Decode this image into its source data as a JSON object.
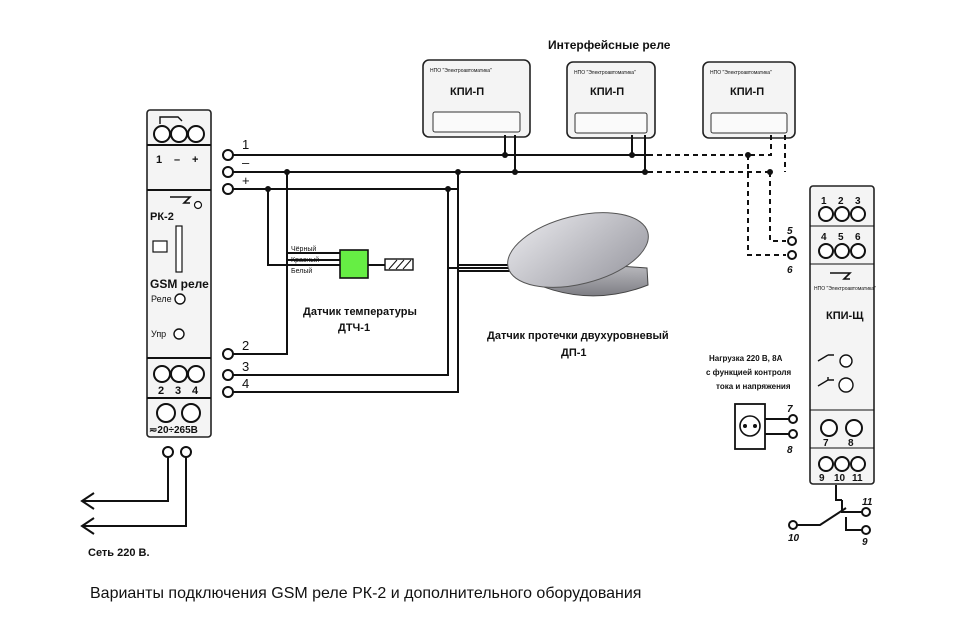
{
  "heading_relays": "Интерфейсные реле",
  "relays": [
    {
      "name": "КПИ-П",
      "maker": "НПО \"Электроавтоматика\""
    },
    {
      "name": "КПИ-П",
      "maker": "НПО \"Электроавтоматика\""
    },
    {
      "name": "КПИ-П",
      "maker": "НПО \"Электроавтоматика\""
    }
  ],
  "rk2": {
    "top_terminals": [
      "1",
      "–",
      "+"
    ],
    "model": "РК-2",
    "type": "GSM реле",
    "label_rele": "Реле",
    "label_upr": "Упр",
    "bottom_terminals": [
      "2",
      "3",
      "4"
    ],
    "supply": "≂20÷265В"
  },
  "lines": [
    "1",
    "–",
    "+",
    "2",
    "3",
    "4"
  ],
  "temp_sensor": {
    "wire_black": "Чёрный",
    "wire_red": "Красный",
    "wire_white": "Белый",
    "title": "Датчик температуры",
    "model": "ДТЧ-1"
  },
  "leak_sensor": {
    "title": "Датчик протечки двухуровневый",
    "model": "ДП-1"
  },
  "kpi_sch": {
    "top_row1": [
      "1",
      "2",
      "3"
    ],
    "top_row2": [
      "4",
      "5",
      "6"
    ],
    "maker": "НПО \"Электроавтоматика\"",
    "name": "КПИ-Щ",
    "bottom_row1": [
      "7",
      "8"
    ],
    "bottom_row2": [
      "9",
      "10",
      "11"
    ]
  },
  "ext_terminals": [
    "5",
    "6",
    "7",
    "8",
    "11",
    "10",
    "9"
  ],
  "load_note": [
    "Нагрузка 220 В, 8А",
    "с функцией контроля",
    "тока и напряжения"
  ],
  "mains": "Сеть 220 В.",
  "caption": "Варианты подключения GSM реле РК-2 и дополнительного оборудования"
}
